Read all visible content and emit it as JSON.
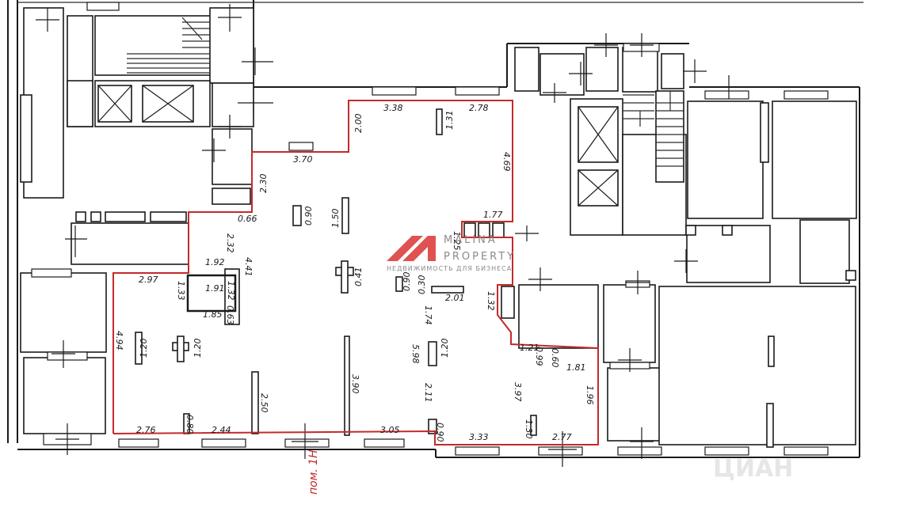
{
  "colors": {
    "boundary": "#c42a2a",
    "walls": "#1a1a1a",
    "logo": "#e05252",
    "brand_text": "#8a8a8a"
  },
  "logo": {
    "name": "MALINA",
    "sub": "PROPERTY",
    "tagline": "НЕДВИЖИМОСТЬ ДЛЯ БИЗНЕСА"
  },
  "unit_label": "пом. 1Н",
  "watermark": "ЦИАН",
  "dimensions": {
    "d338": "3.38",
    "d278": "2.78",
    "d131": "1.31",
    "d200": "2.00",
    "d469": "4.69",
    "d370": "3.70",
    "d230": "2.30",
    "d066": "0.66",
    "d090a": "0.90",
    "d150": "1.50",
    "d177": "1.77",
    "d125": "1.25",
    "d232": "2.32",
    "d441": "4.41",
    "d192": "1.92",
    "d297": "2.97",
    "d133": "1.33",
    "d191": "1.91",
    "d132a": "1.32",
    "d185": "1.85",
    "d063": "0.63",
    "d041": "0.41",
    "d090b": "0.90",
    "d030": "0.30",
    "d201": "2.01",
    "d132b": "1.32",
    "d174": "1.74",
    "d494": "4.94",
    "d120a": "1.20",
    "d120b": "1.20",
    "d120c": "1.20",
    "d598": "5.98",
    "d121": "1.21",
    "d099": "0.99",
    "d060": "0.60",
    "d181": "1.81",
    "d390": "3.90",
    "d250": "2.50",
    "d211": "2.11",
    "d397": "3.97",
    "d196": "1.96",
    "d276": "2.76",
    "d080": "0.80",
    "d244": "2.44",
    "d305": "3.05",
    "d090c": "0.90",
    "d333": "3.33",
    "d130": "1.30",
    "d277": "2.77"
  }
}
